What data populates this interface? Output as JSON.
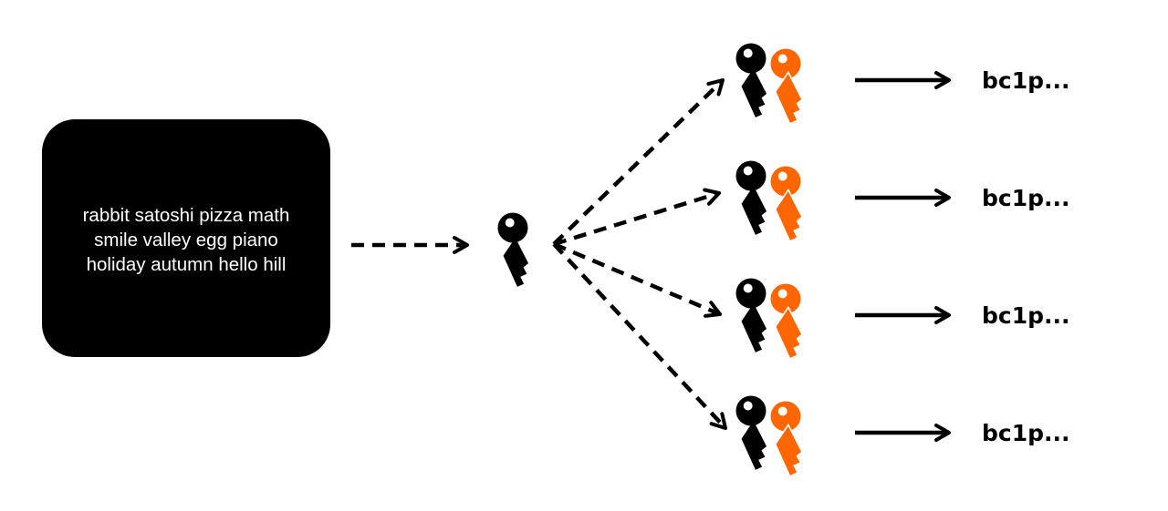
{
  "seed_phrase": {
    "lines": [
      "rabbit satoshi pizza math",
      "smile valley egg piano",
      "holiday autumn hello hill"
    ]
  },
  "colors": {
    "box": "#000000",
    "box_text": "#ffffff",
    "arrow": "#000000",
    "master_key": "#000000",
    "child_key_back": "#000000",
    "child_key_front": "#ff6600",
    "address_text": "#000000"
  },
  "icons": {
    "master": "key-icon",
    "child": "key-pair-icon"
  },
  "addresses": [
    {
      "label": "bc1p..."
    },
    {
      "label": "bc1p..."
    },
    {
      "label": "bc1p..."
    },
    {
      "label": "bc1p..."
    }
  ]
}
